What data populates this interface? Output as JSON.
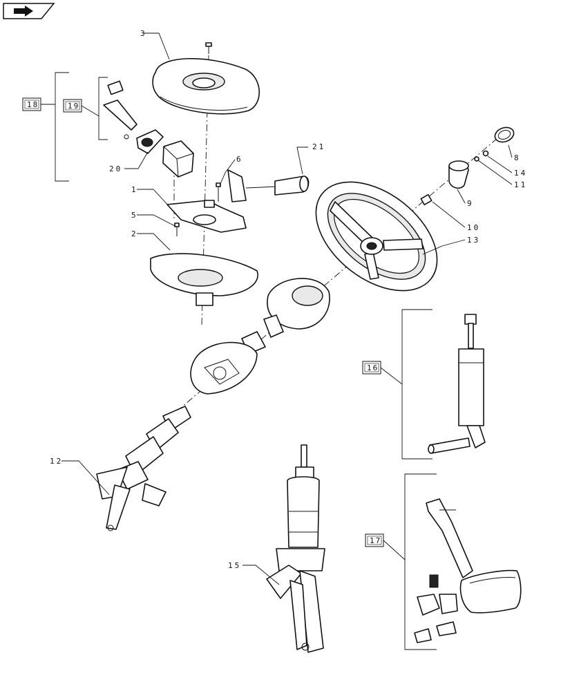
{
  "nav_icon": "arrow-forward-icon",
  "callouts": {
    "c1": "1",
    "c2": "2",
    "c3": "3",
    "c5": "5",
    "c6": "6",
    "c8": "8",
    "c9": "9",
    "c10": "10",
    "c11": "11",
    "c12": "12",
    "c13": "13",
    "c14": "14",
    "c15": "15",
    "c20": "20",
    "c21": "21"
  },
  "boxed_callouts": {
    "b16": "16",
    "b17": "17",
    "b18": "18",
    "b19": "19"
  }
}
